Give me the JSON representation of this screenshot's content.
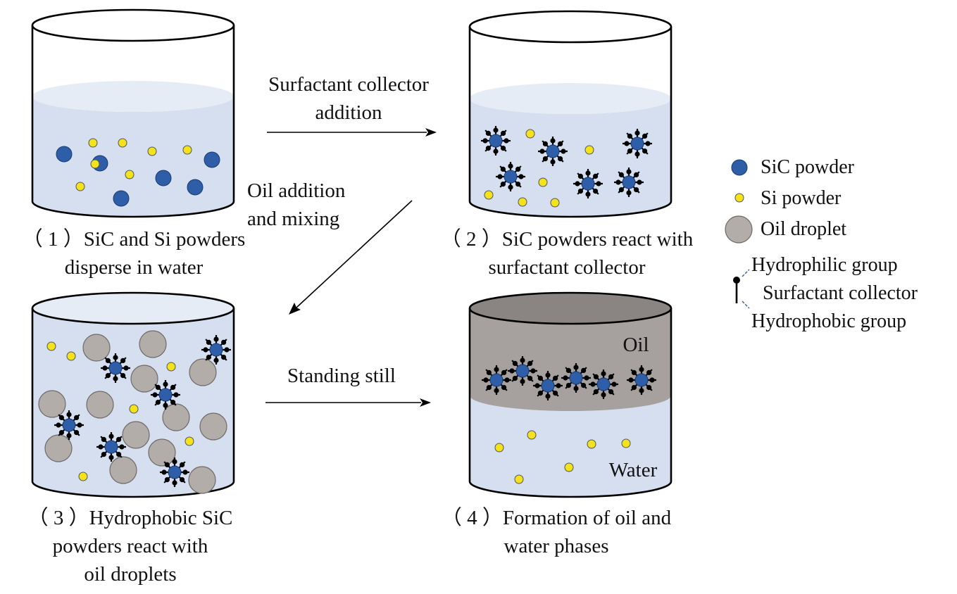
{
  "diagram": {
    "steps": [
      {
        "number": "（ 1 ）",
        "line1": "SiC and Si powders",
        "line2": "disperse in water",
        "line3": ""
      },
      {
        "number": "（ 2 ）",
        "line1": "SiC powders react with",
        "line2": "surfactant collector",
        "line3": ""
      },
      {
        "number": "（ 3 ）",
        "line1": "Hydrophobic SiC",
        "line2": "powders react with",
        "line3": "oil droplets"
      },
      {
        "number": "（ 4 ）",
        "line1": "Formation of oil and",
        "line2": "water phases",
        "line3": ""
      }
    ],
    "arrows": {
      "step1_to_2": {
        "line1": "Surfactant collector",
        "line2": "addition"
      },
      "step2_to_3": {
        "line1": "Oil addition",
        "line2": "and mixing"
      },
      "step3_to_4": {
        "line1": "Standing still"
      }
    },
    "phase_labels": {
      "oil": "Oil",
      "water": "Water"
    },
    "legend": {
      "sic": "SiC powder",
      "si": "Si powder",
      "oil": "Oil droplet",
      "hydrophilic": "Hydrophilic group",
      "surfactant": "Surfactant collector",
      "hydrophobic": "Hydrophobic group"
    },
    "colors": {
      "sic": "#2e5ea8",
      "si": "#f4e21c",
      "oil_droplet": "#b3adaa",
      "water": "#d6dff0",
      "oil_phase": "#a6a19f",
      "collector": "#000000"
    }
  }
}
